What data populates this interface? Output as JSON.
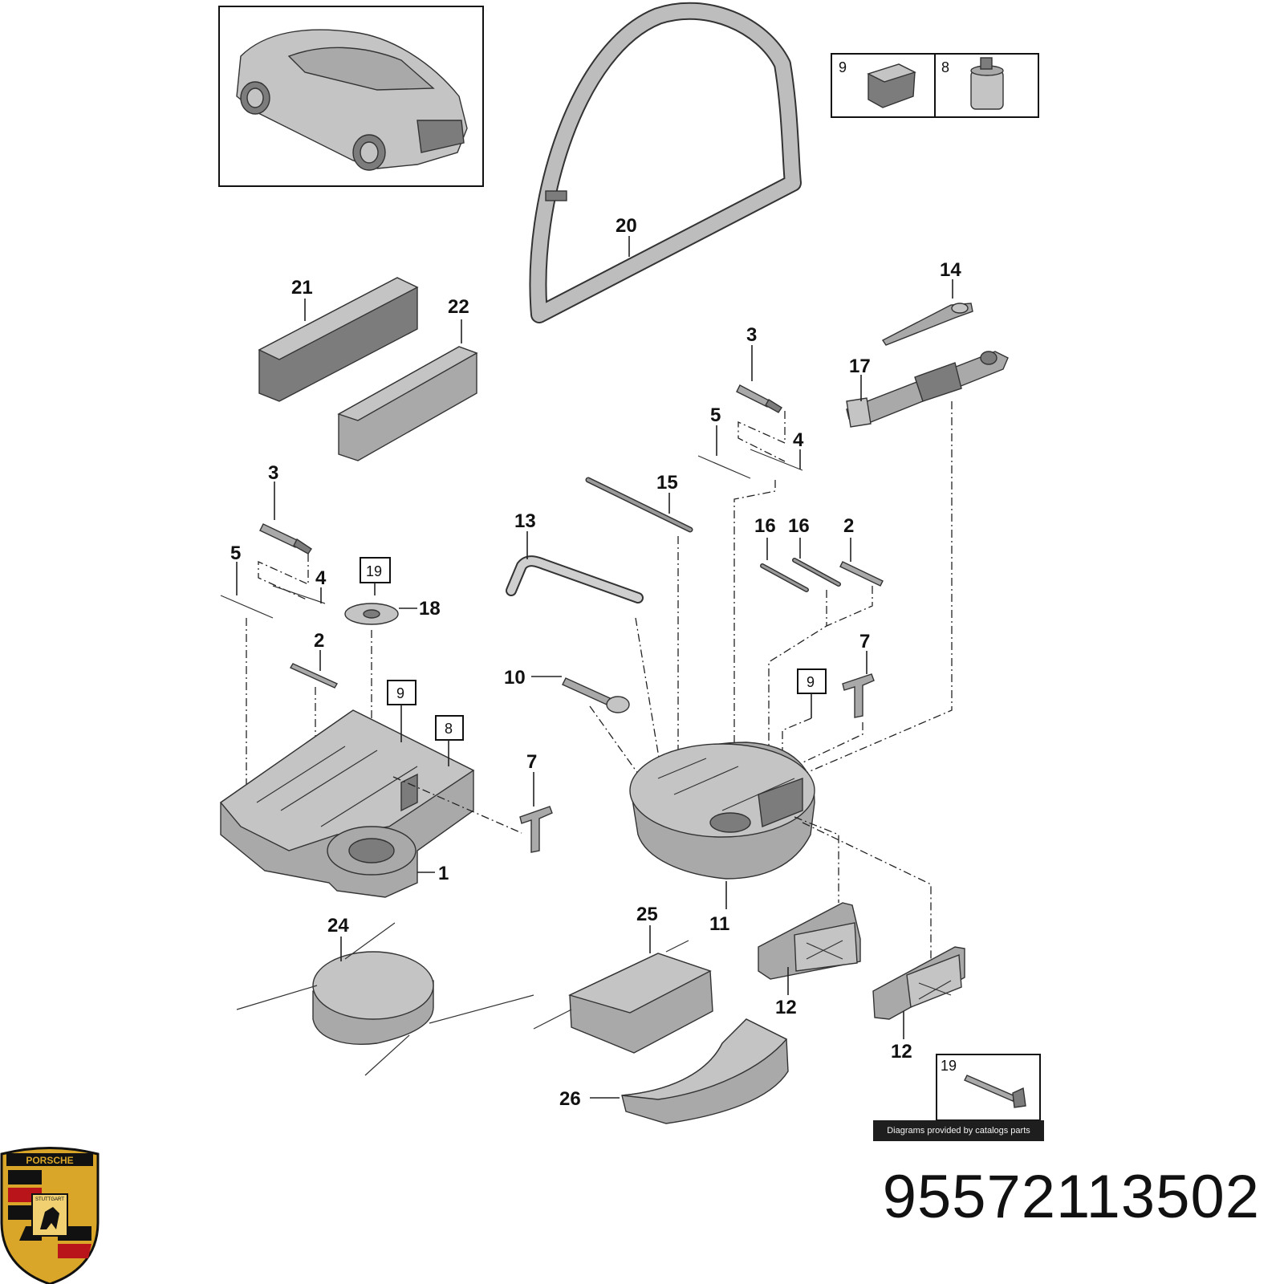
{
  "diagram": {
    "callouts": {
      "c1": "1",
      "c2a": "2",
      "c2b": "2",
      "c3a": "3",
      "c3b": "3",
      "c4a": "4",
      "c4b": "4",
      "c5a": "5",
      "c5b": "5",
      "c7a": "7",
      "c7b": "7",
      "c8": "8",
      "c8box": "8",
      "c9": "9",
      "c9boxa": "9",
      "c9boxb": "9",
      "c10": "10",
      "c11": "11",
      "c12a": "12",
      "c12b": "12",
      "c13": "13",
      "c14": "14",
      "c15": "15",
      "c16a": "16",
      "c16b": "16",
      "c17": "17",
      "c18": "18",
      "c19box": "19",
      "c19inset": "19",
      "c20": "20",
      "c21": "21",
      "c22": "22",
      "c24": "24",
      "c25": "25",
      "c26": "26"
    },
    "credit": "Diagrams provided by catalogs parts",
    "part_number": "95572113502"
  },
  "brand": {
    "logo": "porsche-crest",
    "logo_text": "PORSCHE",
    "logo_subtext": "STUTTGART"
  },
  "colors": {
    "part_gray": "#a9a9a9",
    "crest_gold": "#d9a629",
    "crest_red": "#b8141a",
    "crest_black": "#111111"
  }
}
